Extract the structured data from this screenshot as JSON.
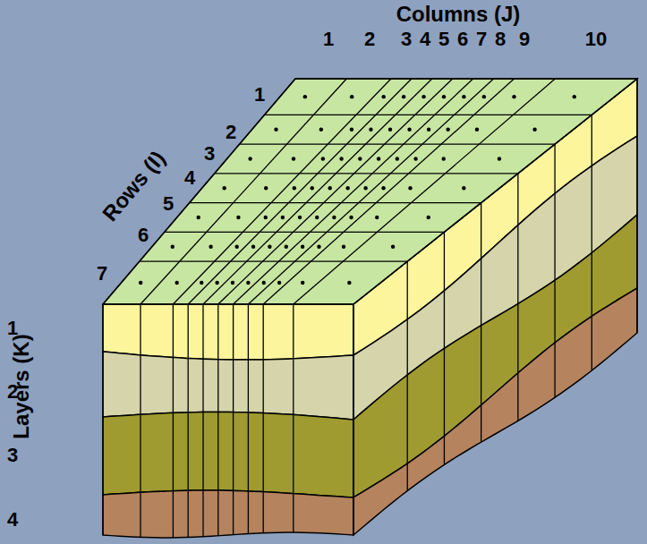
{
  "diagram": {
    "labels": [
      "Columns (J)",
      "1",
      "2",
      "3",
      "4",
      "5",
      "6",
      "7",
      "8",
      "9",
      "10",
      "Rows (I)",
      "1",
      "2",
      "3",
      "4",
      "5",
      "6",
      "7",
      "Layers (K)",
      "1",
      "2",
      "3",
      "4"
    ]
  }
}
